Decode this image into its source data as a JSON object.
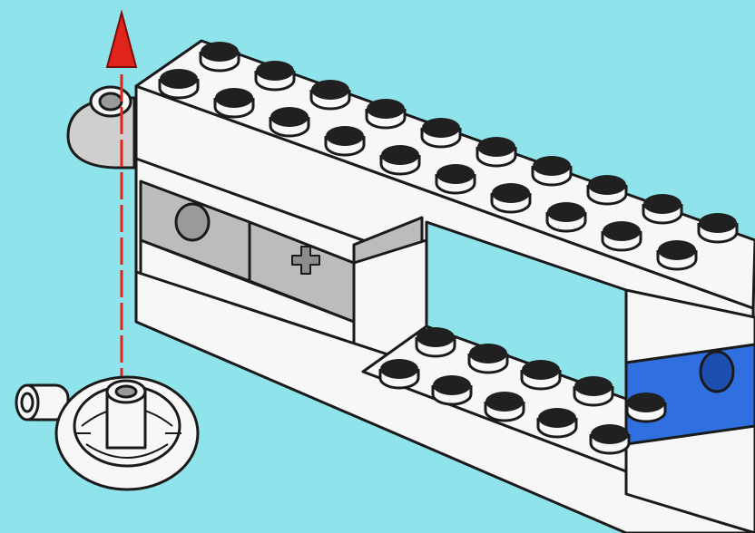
{
  "instruction": {
    "step_type": "assembly",
    "direction": "up",
    "colors": {
      "background": "#8fe3ea",
      "brick_white": "#f7f7f7",
      "brick_gray": "#bcbcbc",
      "brick_blue": "#2f6fe0",
      "outline": "#1a1a1a",
      "arrow_red": "#e0241c",
      "stud_dark": "#202020"
    },
    "parts": {
      "top_beam": {
        "color": "white",
        "stud_rows": 2,
        "studs_per_row": 10
      },
      "bottom_beam": {
        "color": "white",
        "stud_rows": 2,
        "studs_per_row": 5
      },
      "left_pillar": {
        "color": "white"
      },
      "technic_round_hole": {
        "color": "gray"
      },
      "technic_axle_hole": {
        "color": "gray"
      },
      "right_connector_block": {
        "color": "blue",
        "feature": "round-hole"
      },
      "gear_hub_part": {
        "color": "white",
        "action": "insert-from-below"
      },
      "ghost_part_indicator": {
        "color": "gray",
        "meaning": "insert-position"
      }
    },
    "icons": [
      "red-arrow-up-icon",
      "gear-hub-icon",
      "technic-hole-icon",
      "axle-hole-icon"
    ]
  }
}
